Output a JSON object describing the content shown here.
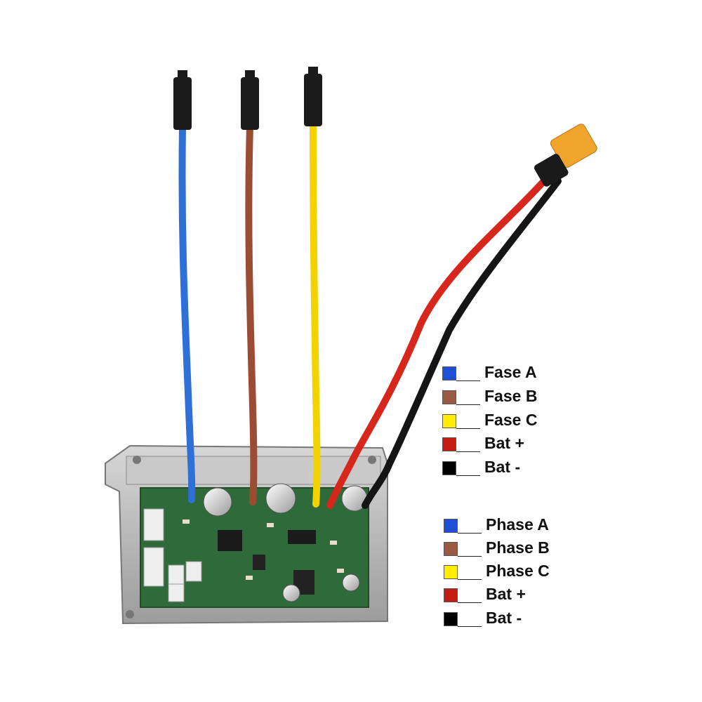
{
  "legend_es": [
    {
      "label": "Fase A",
      "color": "#1f4fd6"
    },
    {
      "label": "Fase B",
      "color": "#9a5a44"
    },
    {
      "label": "Fase C",
      "color": "#ffee00"
    },
    {
      "label": "Bat +",
      "color": "#c41c10"
    },
    {
      "label": "Bat -",
      "color": "#000000"
    }
  ],
  "legend_en": [
    {
      "label": "Phase A",
      "color": "#1f4fd6"
    },
    {
      "label": "Phase B",
      "color": "#9a5a44"
    },
    {
      "label": "Phase C",
      "color": "#ffee00"
    },
    {
      "label": "Bat +",
      "color": "#c41c10"
    },
    {
      "label": "Bat -",
      "color": "#000000"
    }
  ],
  "wires": {
    "phase_a": "#2f6fd8",
    "phase_b": "#9b4d33",
    "phase_c": "#f2d300",
    "bat_pos": "#d7261b",
    "bat_neg": "#151515"
  }
}
